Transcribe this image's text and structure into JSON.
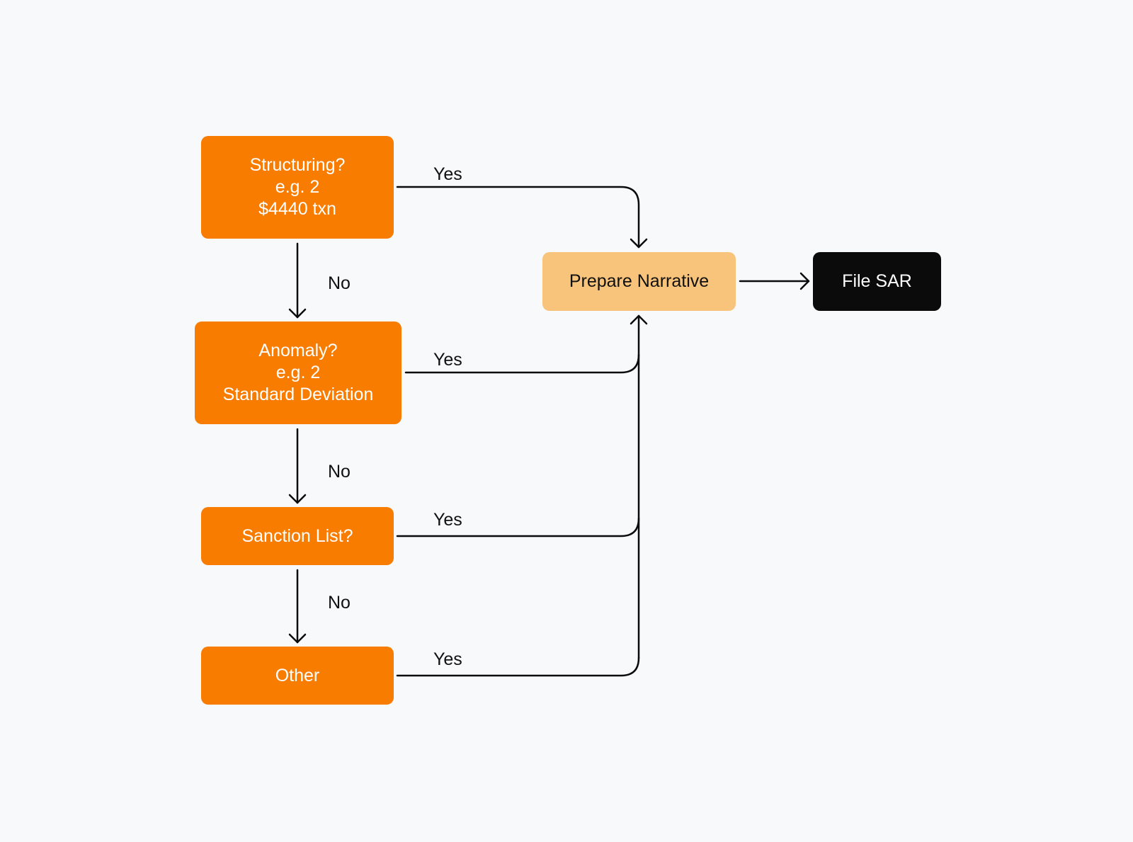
{
  "colors": {
    "background": "#f8f9fb",
    "decision": "#f77c00",
    "process": "#f8c47b",
    "terminal": "#0b0b0c",
    "line": "#0b0b0c"
  },
  "nodes": {
    "structuring": "Structuring?\ne.g. 2\n$4440 txn",
    "anomaly": "Anomaly?\ne.g. 2\nStandard Deviation",
    "sanction": "Sanction List?",
    "other": "Other",
    "prepare": "Prepare Narrative",
    "file": "File SAR"
  },
  "edges": {
    "structuring_yes": "Yes",
    "structuring_no": "No",
    "anomaly_yes": "Yes",
    "anomaly_no": "No",
    "sanction_yes": "Yes",
    "sanction_no": "No",
    "other_yes": "Yes"
  }
}
